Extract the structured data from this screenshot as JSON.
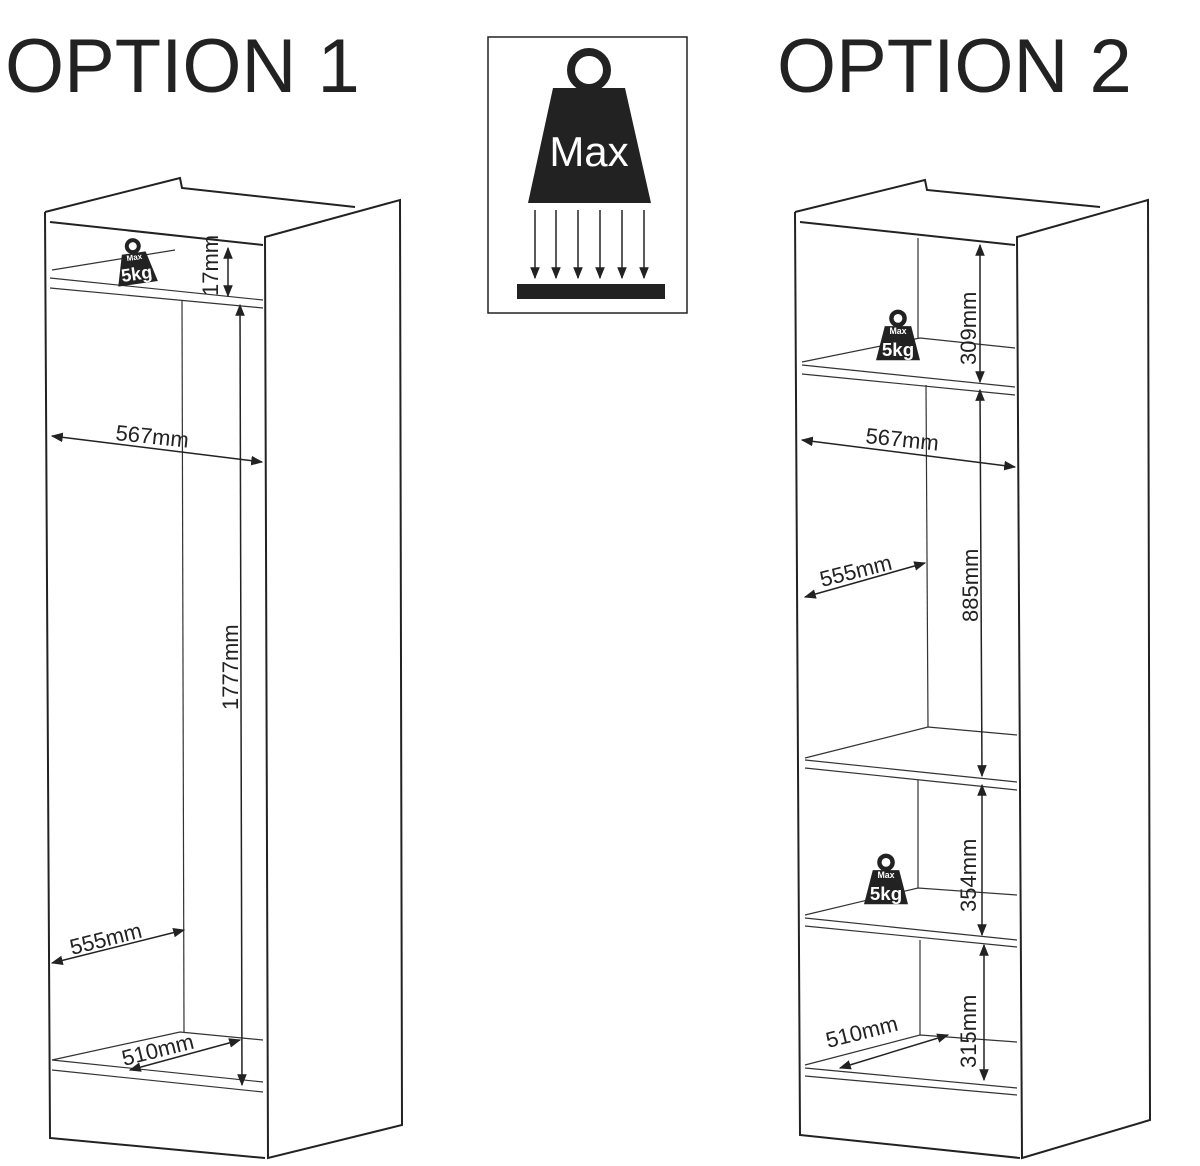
{
  "option1": {
    "title": "OPTION 1",
    "weight_icon": {
      "max": "Max",
      "load": "5kg"
    },
    "dims": {
      "top_gap": "17mm",
      "inner_height": "1777mm",
      "width": "567mm",
      "inner_depth": "555mm",
      "bottom_depth": "510mm"
    }
  },
  "legend": {
    "label": "Max",
    "icon": "max-load-weight-icon"
  },
  "option2": {
    "title": "OPTION 2",
    "weight_icon_top": {
      "max": "Max",
      "load": "5kg"
    },
    "weight_icon_bottom": {
      "max": "Max",
      "load": "5kg"
    },
    "dims": {
      "top_section": "309mm",
      "middle_section": "885mm",
      "lower_section": "354mm",
      "bottom_section": "315mm",
      "width": "567mm",
      "inner_depth": "555mm",
      "bottom_depth": "510mm"
    }
  }
}
